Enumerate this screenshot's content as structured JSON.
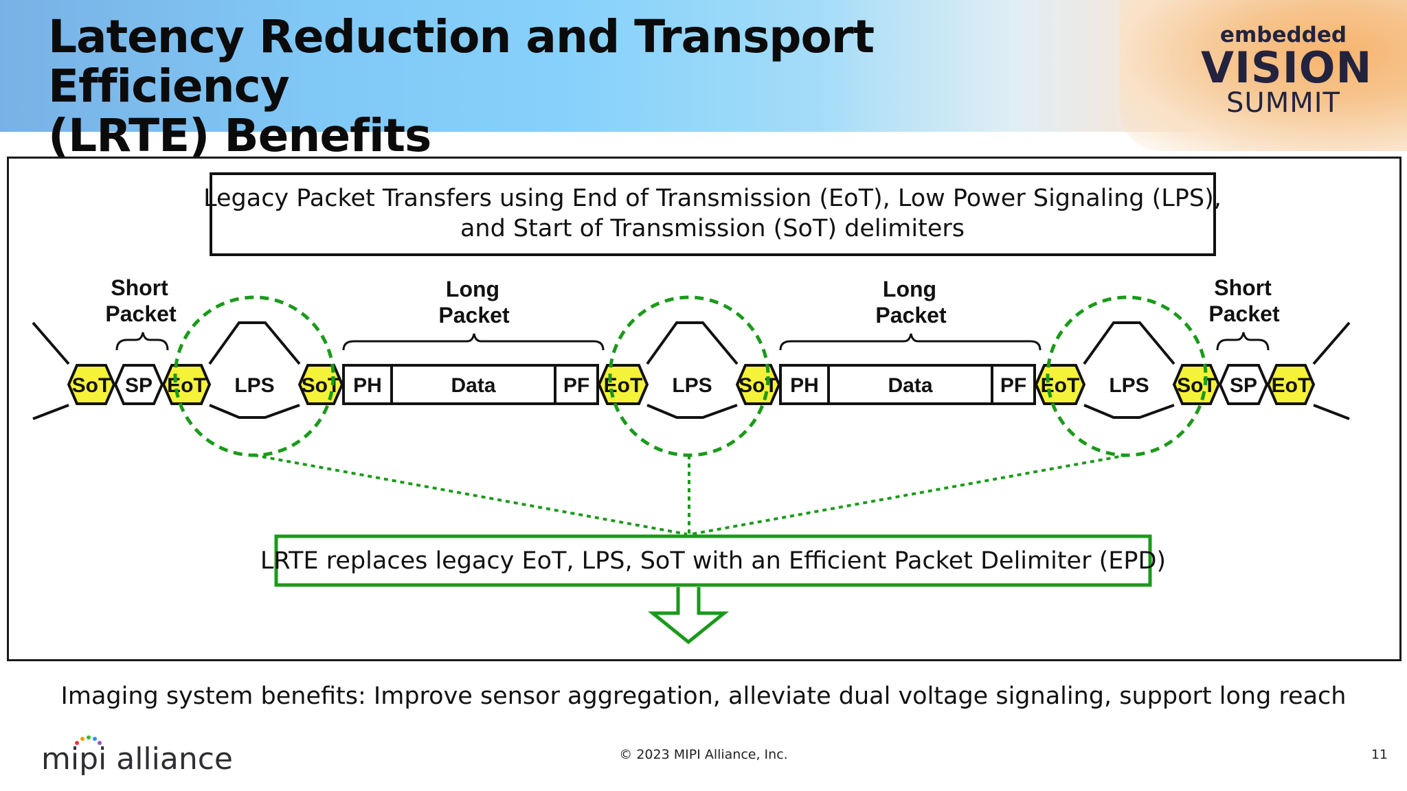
{
  "slide": {
    "title_line1": "Latency Reduction and Transport Efficiency",
    "title_line2": "(LRTE) Benefits",
    "logo": {
      "line1": "embedded",
      "line2": "VISION",
      "line3": "SUMMIT"
    },
    "benefits": "Imaging system benefits: Improve sensor aggregation, alleviate dual voltage signaling, support long reach",
    "copyright": "© 2023 MIPI Alliance, Inc.",
    "page_number": "11",
    "footer_logo": "mipi alliance"
  },
  "diagram": {
    "legacy_line1": "Legacy Packet Transfers using End of Transmission (EoT), Low Power Signaling (LPS),",
    "legacy_line2": "and Start of Transmission (SoT) delimiters",
    "lrte_text": "LRTE replaces legacy EoT, LPS, SoT with an Efficient Packet Delimiter (EPD)",
    "brace_labels": [
      {
        "line1": "Short",
        "line2": "Packet"
      },
      {
        "line1": "Long",
        "line2": "Packet"
      },
      {
        "line1": "Long",
        "line2": "Packet"
      },
      {
        "line1": "Short",
        "line2": "Packet"
      }
    ],
    "segments": {
      "sot": "SoT",
      "eot": "EoT",
      "sp": "SP",
      "lps": "LPS",
      "ph": "PH",
      "pf": "PF",
      "data": "Data"
    },
    "colors": {
      "delimiter_fill": "#f5f23a",
      "highlight_green": "#1a9a1a",
      "outline": "#111111"
    }
  }
}
